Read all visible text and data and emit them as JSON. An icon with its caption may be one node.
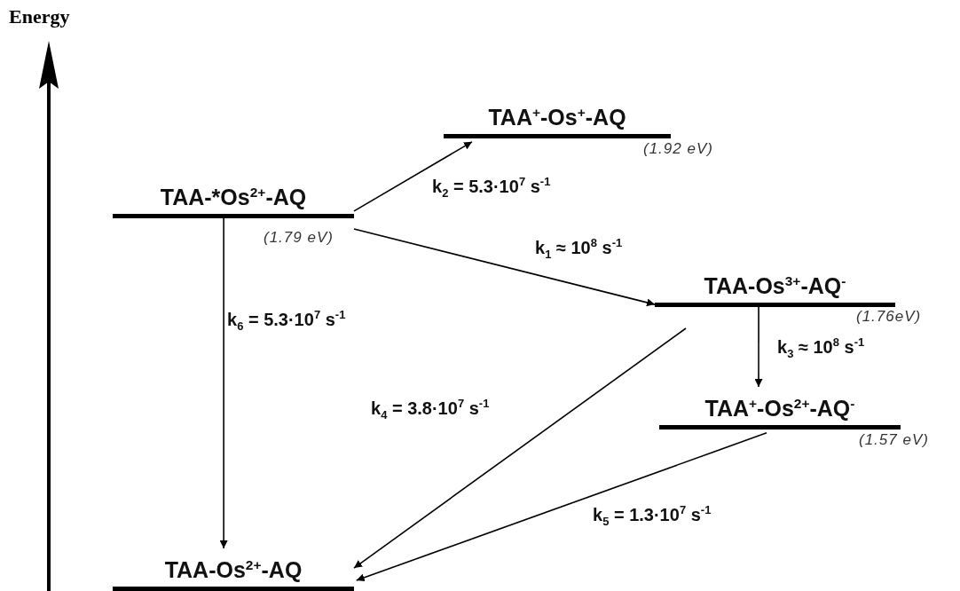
{
  "diagram": {
    "nodes": [
      {
        "text": [
          "TAA-*Os$^{2+}$-AQ"
        ],
        "beside": [
          "(1.79 eV)"
        ]
      },
      {
        "text": [
          "TAA$^{+}$-Os$^{+}$-AQ"
        ],
        "beside": [
          "(1.92 eV)"
        ]
      },
      {
        "text": [
          "TAA-Os$^{3+}$-AQ$^{-}$"
        ],
        "beside": [
          "(1.76eV)"
        ]
      },
      {
        "text": [
          "TAA$^{+}$-Os$^{2+}$-AQ$^{-}$"
        ],
        "beside": [
          "(1.57 eV)"
        ]
      },
      {
        "text": [
          "TAA-Os$^{2+}$-AQ"
        ]
      }
    ],
    "edges": [
      {
        "from": 0,
        "to": 1,
        "arrow": "to",
        "label": "k$_{2}$ = 5.3·10$^{7}$ s$^{-1}$"
      },
      {
        "from": 0,
        "to": 2,
        "arrow": "to",
        "label": "k$_{1}$ ≈ 10$^{8}$ s$^{-1}$"
      },
      {
        "from": 2,
        "to": 3,
        "arrow": "to",
        "label": "k$_{3}$ ≈ 10$^{8}$ s$^{-1}$"
      },
      {
        "from": 2,
        "to": 4,
        "arrow": "to",
        "label": "k$_{4}$ = 3.8·10$^{7}$ s$^{-1}$"
      },
      {
        "from": 3,
        "to": 4,
        "arrow": "to",
        "label": "k$_{5}$ = 1.3·10$^{7}$ s$^{-1}$"
      },
      {
        "from": 0,
        "to": 4,
        "arrow": "to",
        "label": "k$_{6}$ = 5.3·10$^{7}$ s$^{-1}$"
      }
    ],
    "labels": [
      "Energy"
    ]
  }
}
